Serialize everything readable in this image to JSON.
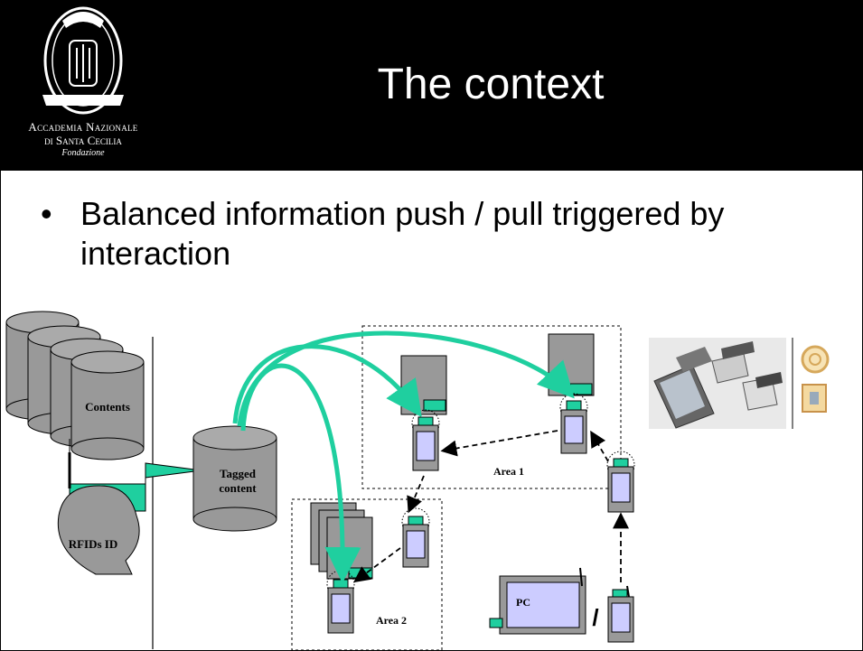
{
  "header": {
    "logo_lines": [
      "Accademia Nazionale",
      "di Santa Cecilia",
      "Fondazione"
    ],
    "title": "The context"
  },
  "bullets": [
    "Balanced information push / pull triggered by interaction"
  ],
  "diagram": {
    "contents_label": "Contents",
    "rfid_label": "RFIDs ID",
    "tagged_label_1": "Tagged",
    "tagged_label_2": "content",
    "area1_label": "Area 1",
    "area2_label": "Area 2",
    "pc_label": "PC",
    "slash": "/",
    "colors": {
      "accent": "#1fcf9f",
      "device": "#999999",
      "screen": "#ccccff",
      "pc": "#ccccff"
    }
  }
}
